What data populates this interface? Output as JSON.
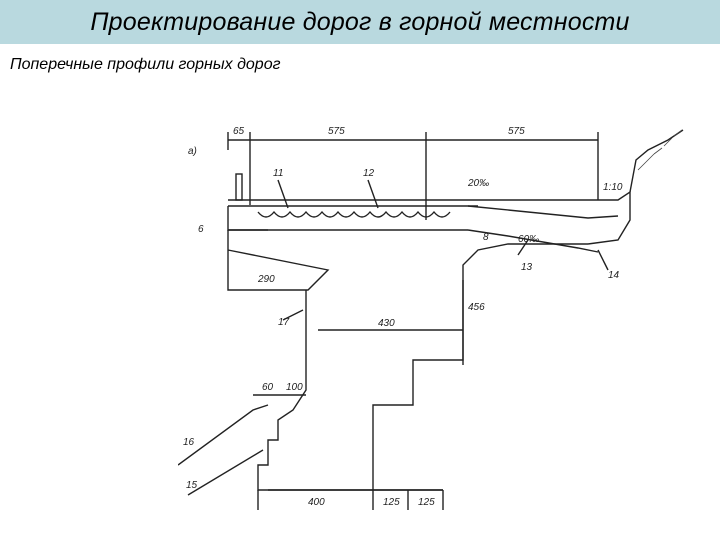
{
  "slide": {
    "title": "Проектирование дорог в горной местности",
    "subtitle": "Поперечные профили горных дорог"
  },
  "figure": {
    "panel_label": "а)",
    "dimensions": {
      "d65": "65",
      "d575a": "575",
      "d575b": "575",
      "d290": "290",
      "d430": "430",
      "d456": "456",
      "d60": "60",
      "d100": "100",
      "d400": "400",
      "d125a": "125",
      "d125b": "125"
    },
    "callouts": {
      "n11": "11",
      "n12": "12",
      "n13": "13",
      "n14": "14",
      "n15": "15",
      "n16": "16",
      "n17": "17",
      "n8": "8",
      "n6": "6"
    },
    "slopes": {
      "s20": "20‰",
      "s60": "60‰",
      "s110": "1:10"
    }
  }
}
